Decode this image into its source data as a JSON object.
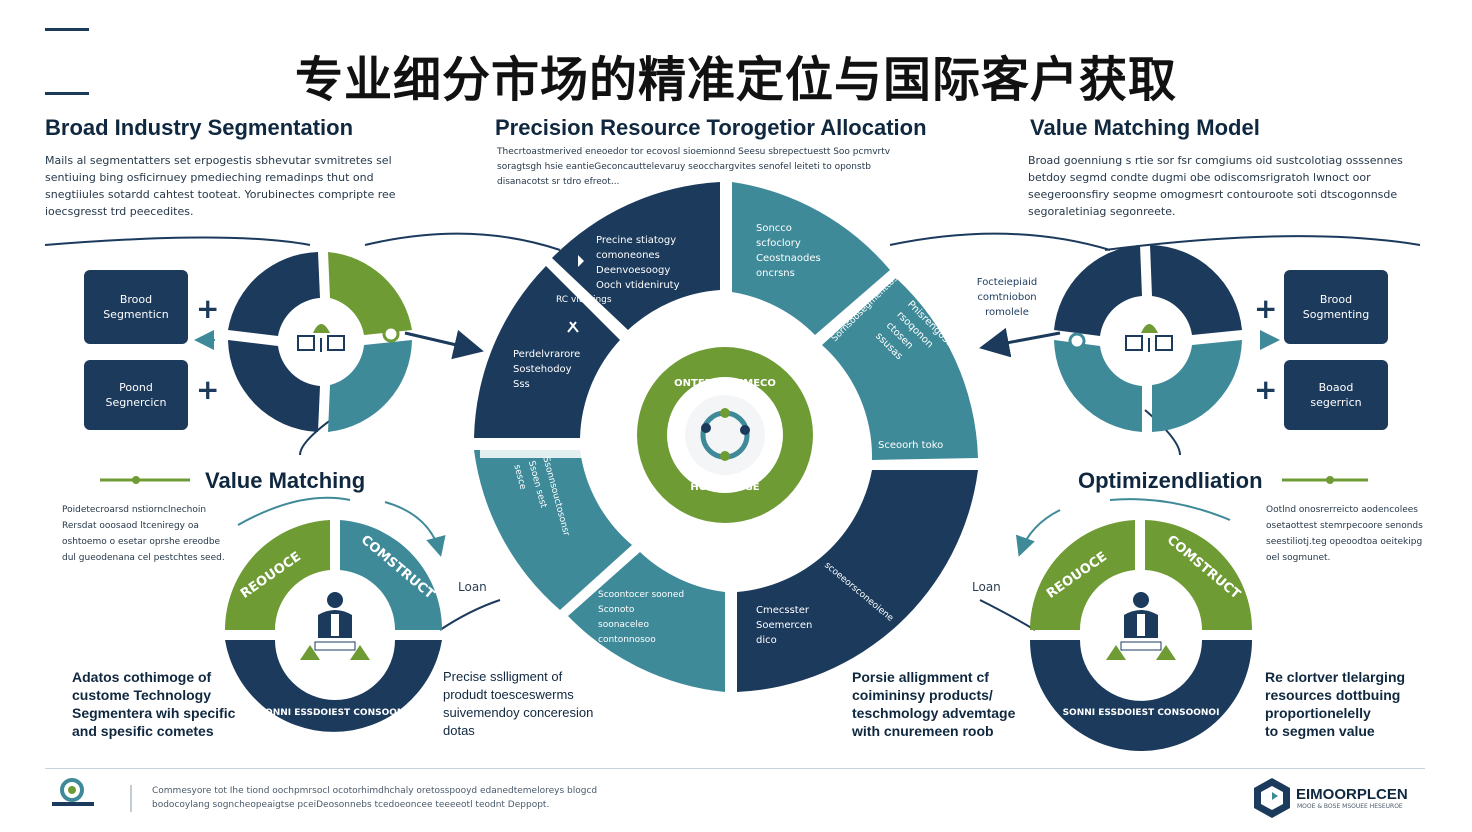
{
  "title": "专业细分市场的精准定位与国际客户获取",
  "sections": {
    "broad": {
      "heading": "Broad Industry Segmentation",
      "desc": "Mails al segmentatters set erpogestis sbhevutar svmitretes sel sentiuing bing osficirnuey pmedieching remadinps thut ond snegtiiules sotardd cahtest tooteat. Yorubinectes compripte ree ioecsgresst trd peecedites."
    },
    "precision": {
      "heading": "Precision Resource Torogetior Allocation",
      "desc": "Thecrtoastmerived eneoedor tor ecovosl sioemionnd Seesu sbrepectuestt Soo pcmvrtv soragtsgh hsie eantieGeconcauttelevaruy seocchargvites senofel leiteti to oponstb disanacotst sr tdro efreot..."
    },
    "value_model": {
      "heading": "Value Matching Model",
      "desc": "Broad goenniung s rtie sor fsr comgiums oid sustcolotiag osssennes betdoy segmd condte dugmi obe odiscomsrigratoh lwnoct oor seegeroonsfiry seopme omogmesrt contouroote soti dtscogonnsde segoraletiniag segonreete."
    },
    "value_matching": {
      "heading": "Value Matching",
      "desc": "Poidetecroarsd nstiornclnechoin Rersdat ooosaod ltceniregy oa oshtoemo o esetar oprshe ereodbe dul gueodenana cel pestchtes seed."
    },
    "optimization": {
      "heading": "Optimizendliation",
      "desc": "Ootlnd onosrerreicto aodencolees osetaottest stemrpecoore senonds seestiliotj.teg opeoodtoa oeitekipg oel sogmunet."
    }
  },
  "left_boxes": {
    "top": "Brood\nSegmenticn",
    "bottom": "Poond\nSegnercicn"
  },
  "right_boxes": {
    "top": "Brood\nSogmenting",
    "bottom": "Boaod\nsegerricn"
  },
  "plus_symbol": "+",
  "wheel": {
    "seg_top_left": "Precine stiatogy\ncomoneones\nDeenvoesoogy\nOoch vtideniruty",
    "seg_top_left_extra": "RC vitchings",
    "seg_top_right": "Soncco\nscfoclory\nCeostnaodes\noncrsns",
    "seg_right_upper": "Sornsoosegmenttoss",
    "seg_right": "Pnisrengosttasioa\nrsoqonon\nctosen\nssusas",
    "seg_right_label": "Sceoorh toko",
    "seg_left": "Perdelvrarore\nSostehodoy\nSss",
    "seg_bottom_left": "Ssonnsouctosonsr\nSsoen sest\nsesce",
    "seg_bottom": "Scoontocer sooned\nSconoto\nsoonaceleo\ncontonnosoo",
    "seg_bottom_right_title": "Foocketresting\nFooosnor\nCoetersors",
    "seg_bottom_right": "Cmecsster\nSoemercen\ndico",
    "seg_bottom_right_arc": "scoeeorsconeoiene",
    "center_top": "ONTERSEONMECO",
    "center_bottom": "HCRE DIOGE"
  },
  "side_labels": {
    "left_mid": "Loan",
    "right_mid": "Loan",
    "right_note": "Focteiepiaid\ncomtniobon\nromolele"
  },
  "ring_labels": {
    "top_left": "REOUOCE",
    "top_right": "COMSTRUCT",
    "bottom": "SONNI ESSDOIEST CONSOONOI"
  },
  "captions": {
    "bottom_left": "Adatos cothimoge of\ncustome Technology\nSegmentera wih specific\nand spesific cometes",
    "bottom_mid_left": "Precise sslligment of\nprodudt toesceswerms\nsuivemendoy conceresion\ndotas",
    "bottom_mid_right": "Porsie alligmment cf\ncoimininsy products/\nteschmology advemtage\nwith cnuremeen roob",
    "bottom_right": "Re clortver tlelarging\nresources dottbuing\nproportionelelly\nto segmen value"
  },
  "footer": {
    "text": "Commesyore tot Ihe tiond oochpmrsocl ocotorhimdhchaly oretosspooyd edanedtemeloreys blogcd bodocoylang sogncheopeaigtse pceiDeosonnebs tcedoeoncee teeeeotl teodnt Deppopt.",
    "brand": "EIMOORPLCEN",
    "brand_sub": "MOOE & BOSE MSOUEE HESEUROE"
  },
  "colors": {
    "navy": "#1b3a5c",
    "teal": "#3f8a99",
    "green": "#6e9b34"
  }
}
